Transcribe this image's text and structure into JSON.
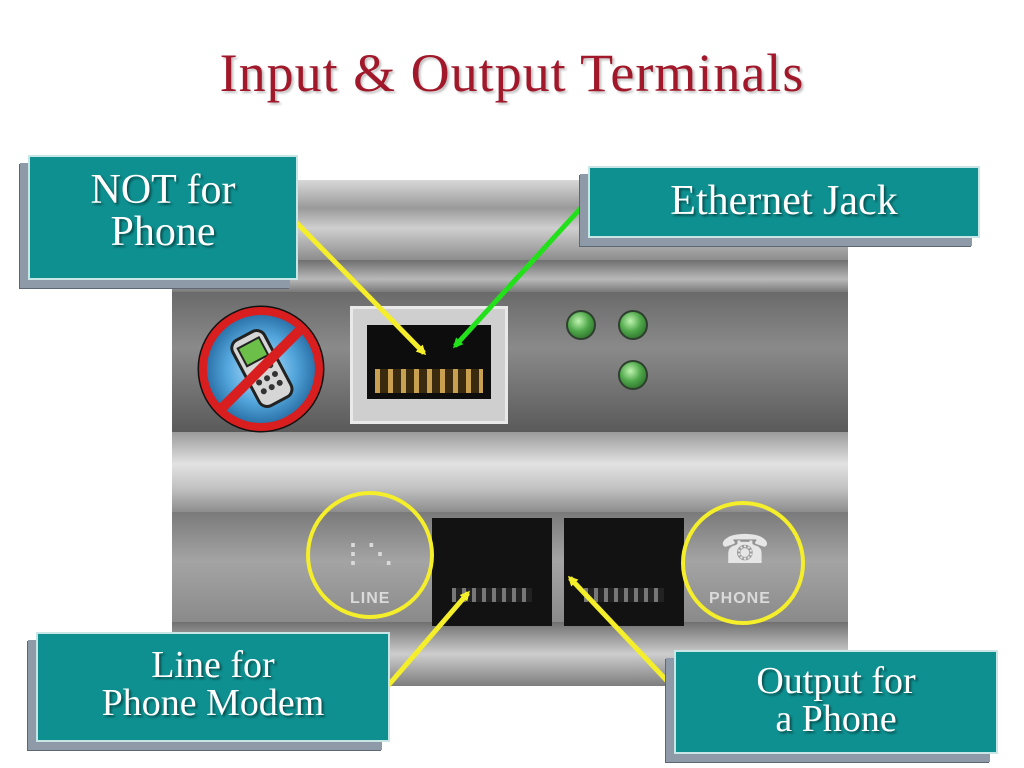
{
  "slide": {
    "title": "Input & Output Terminals"
  },
  "callouts": {
    "not_for_phone": [
      "NOT for",
      "Phone"
    ],
    "ethernet_jack": "Ethernet Jack",
    "line_for_modem": [
      "Line for",
      "Phone Modem"
    ],
    "output_for_phone": [
      "Output for",
      "a Phone"
    ]
  },
  "device": {
    "port_labels": {
      "line": "LINE",
      "phone": "PHONE"
    }
  },
  "colors": {
    "title": "#a0182a",
    "callout_fill": "#0e9090",
    "arrow_yellow": "#f5ee2a",
    "arrow_green": "#22e01a",
    "highlight_circle": "#f5ee2a",
    "no_sign_red": "#d81e1e"
  },
  "icons": [
    "no-phone-sign-icon",
    "cell-phone-icon",
    "phone-handset-icon"
  ]
}
